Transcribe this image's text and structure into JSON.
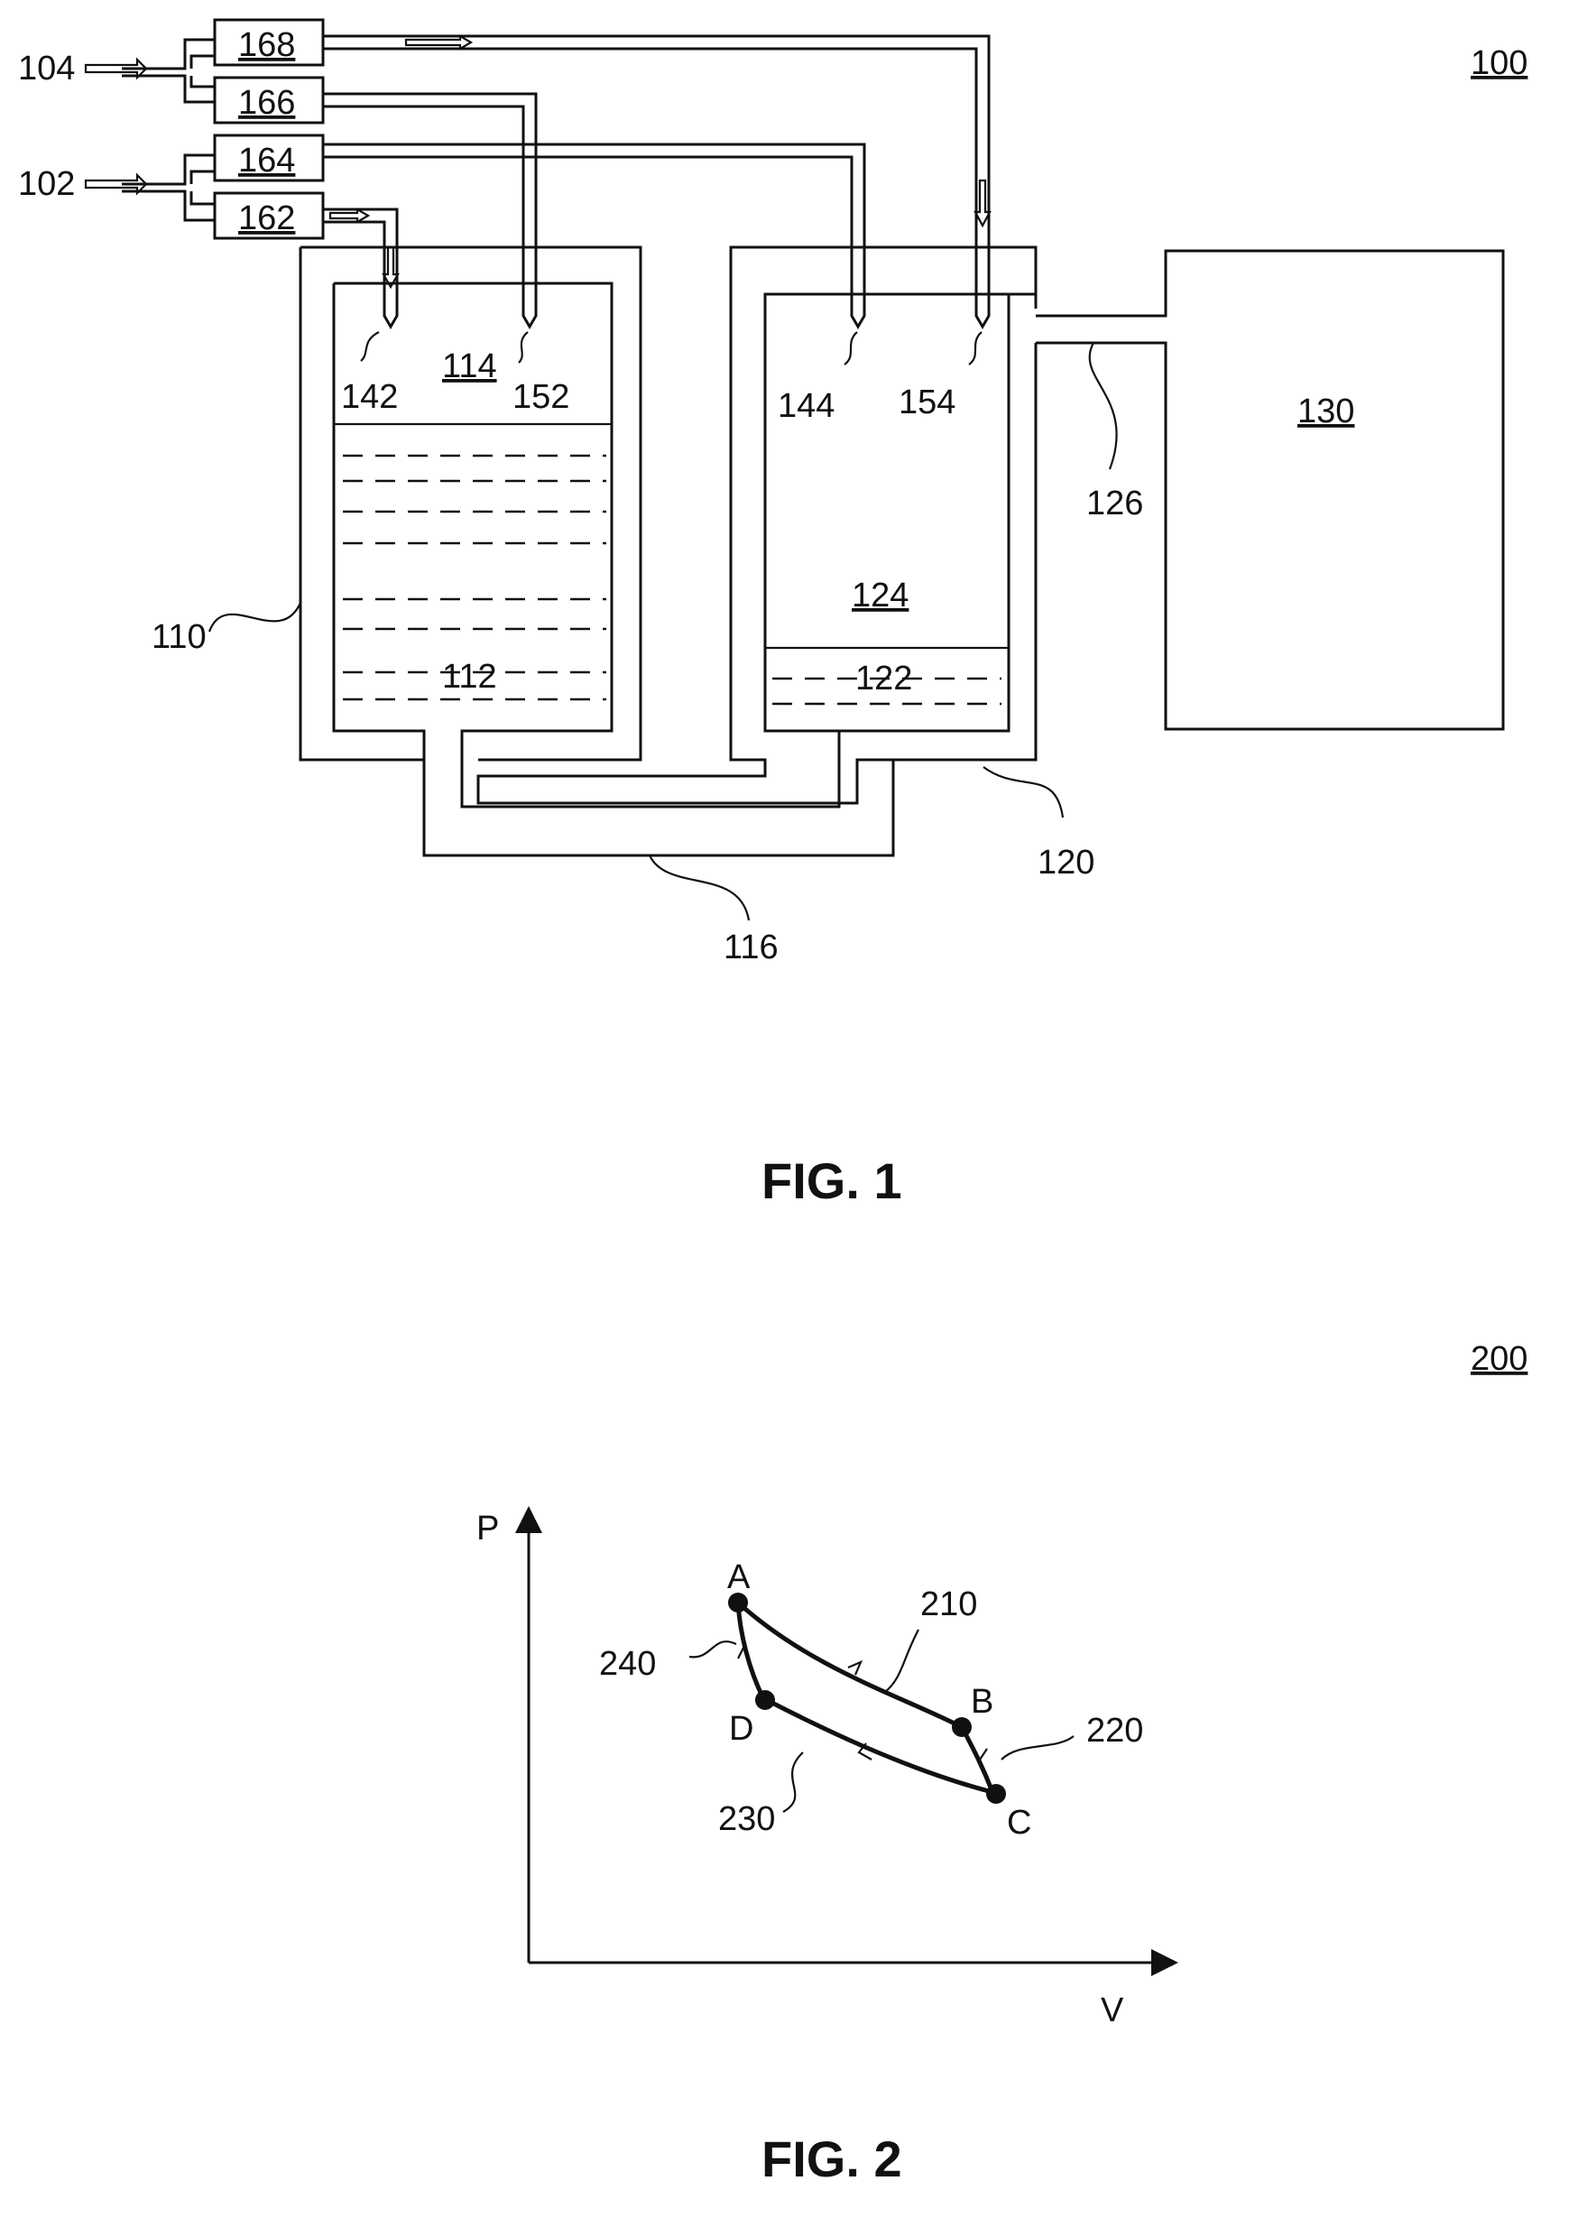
{
  "figure1": {
    "sheet_ref": "100",
    "caption": "FIG. 1",
    "labels": {
      "inlet_104": "104",
      "inlet_102": "102",
      "valve_168": "168",
      "valve_166": "166",
      "valve_164": "164",
      "valve_162": "162",
      "vessel_110": "110",
      "liquid_112": "112",
      "gas_space_114": "114",
      "conduit_116": "116",
      "vessel_120": "120",
      "liquid_122": "122",
      "gas_space_124": "124",
      "line_126": "126",
      "device_130": "130",
      "nozzle_142": "142",
      "nozzle_144": "144",
      "nozzle_152": "152",
      "nozzle_154": "154"
    }
  },
  "figure2": {
    "sheet_ref": "200",
    "caption": "FIG. 2",
    "axes": {
      "x": "V",
      "y": "P"
    },
    "points": [
      {
        "id": "A",
        "label": "A"
      },
      {
        "id": "B",
        "label": "B"
      },
      {
        "id": "C",
        "label": "C"
      },
      {
        "id": "D",
        "label": "D"
      }
    ],
    "segments": [
      {
        "id": "210",
        "label": "210",
        "from": "A",
        "to": "B"
      },
      {
        "id": "220",
        "label": "220",
        "from": "B",
        "to": "C"
      },
      {
        "id": "230",
        "label": "230",
        "from": "C",
        "to": "D"
      },
      {
        "id": "240",
        "label": "240",
        "from": "D",
        "to": "A"
      }
    ]
  }
}
